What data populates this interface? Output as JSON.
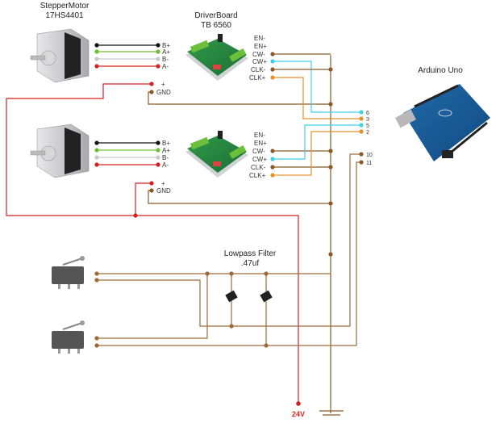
{
  "colors": {
    "brown": "#8b5a2b",
    "red": "#d42020",
    "cyan": "#3fd0e8",
    "orange": "#e8902a",
    "black": "#111111",
    "green": "#6cc030",
    "grey": "#c8c8d0",
    "switch_wire": "#9a6a3a"
  },
  "motor1": {
    "title": "StepperMotor",
    "model": "17HS4401",
    "pins": [
      "B+",
      "A+",
      "B-",
      "A-"
    ],
    "power": [
      "+",
      "GND"
    ]
  },
  "motor2": {
    "pins": [
      "B+",
      "A+",
      "B-",
      "A-"
    ],
    "power": [
      "+",
      "GND"
    ]
  },
  "driver1": {
    "title": "DriverBoard",
    "model": "TB 6560",
    "pins": [
      "EN-",
      "EN+",
      "CW-",
      "CW+",
      "CLK-",
      "CLK+"
    ]
  },
  "driver2": {
    "pins": [
      "EN-",
      "EN+",
      "CW-",
      "CW+",
      "CLK-",
      "CLK+"
    ]
  },
  "arduino": {
    "title": "Arduino Uno",
    "pins": [
      "6",
      "3",
      "5",
      "2",
      "10",
      "11"
    ]
  },
  "filter": {
    "title": "Lowpass Filter",
    "value": ".47uf"
  },
  "power": {
    "label": "24V"
  }
}
